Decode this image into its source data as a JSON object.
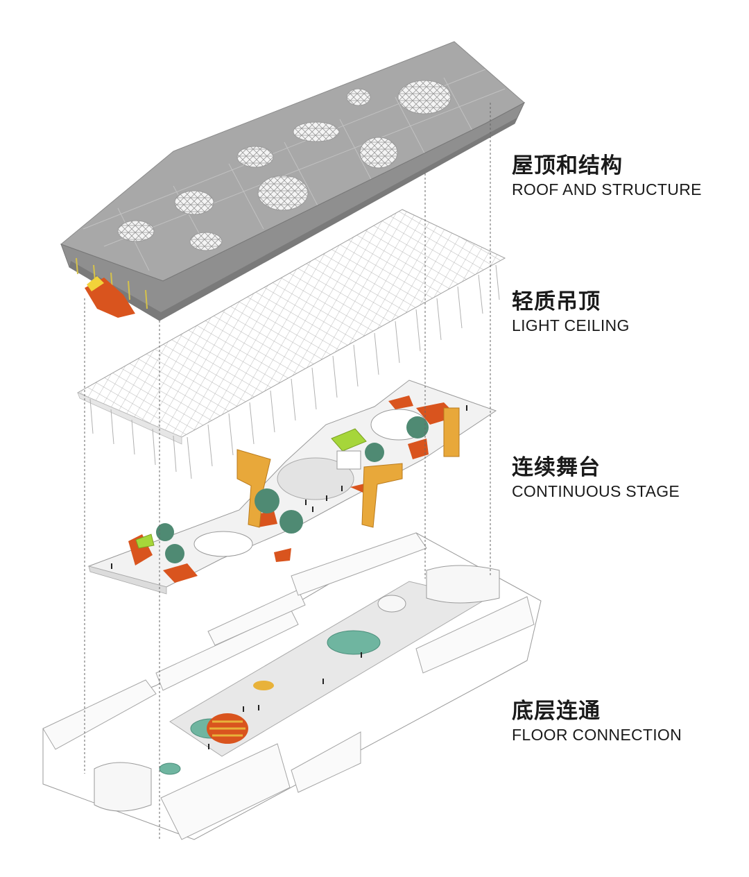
{
  "layers": [
    {
      "cn": "屋顶和结构",
      "en": "ROOF AND STRUCTURE"
    },
    {
      "cn": "轻质吊顶",
      "en": "LIGHT CEILING"
    },
    {
      "cn": "连续舞台",
      "en": "CONTINUOUS STAGE"
    },
    {
      "cn": "底层连通",
      "en": "FLOOR CONNECTION"
    }
  ],
  "colors": {
    "roof_top": "#a9a9a9",
    "roof_side": "#8e8e8e",
    "accent_orange": "#d9541e",
    "accent_yellow": "#e8b23a",
    "accent_green": "#6fb5a0",
    "tree_green": "#4f8a73",
    "lime": "#a6d63a",
    "line": "#555555"
  }
}
